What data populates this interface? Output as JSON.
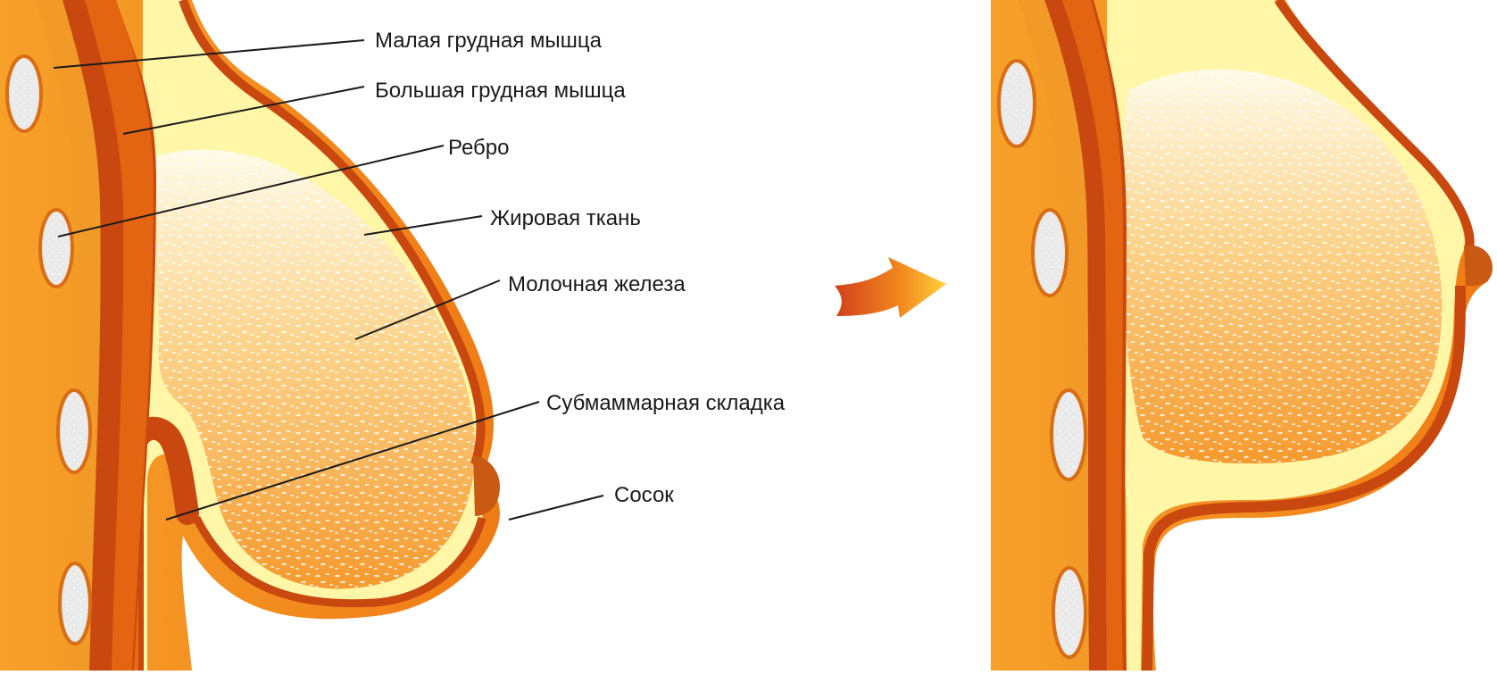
{
  "labels": {
    "pectoralis_minor": "Малая грудная мышца",
    "pectoralis_major": "Большая грудная мышца",
    "rib": "Ребро",
    "fat_tissue": "Жировая ткань",
    "mammary_gland": "Молочная железа",
    "inframammary_fold": "Субмаммарная складка",
    "nipple": "Сосок"
  },
  "icons": {
    "arrow": "arrow-right-icon"
  },
  "colors": {
    "background": "#ffffff",
    "rib_bone": "#e7e7e7",
    "muscle_outer": "#f7931e",
    "muscle_dark": "#c8480f",
    "muscle_mid": "#e86a12",
    "fat": "#fff6a8",
    "gland": "#f7a83a",
    "outline": "#c8480f",
    "nipple": "#c85a14",
    "leader_line": "#1a1a1a"
  }
}
